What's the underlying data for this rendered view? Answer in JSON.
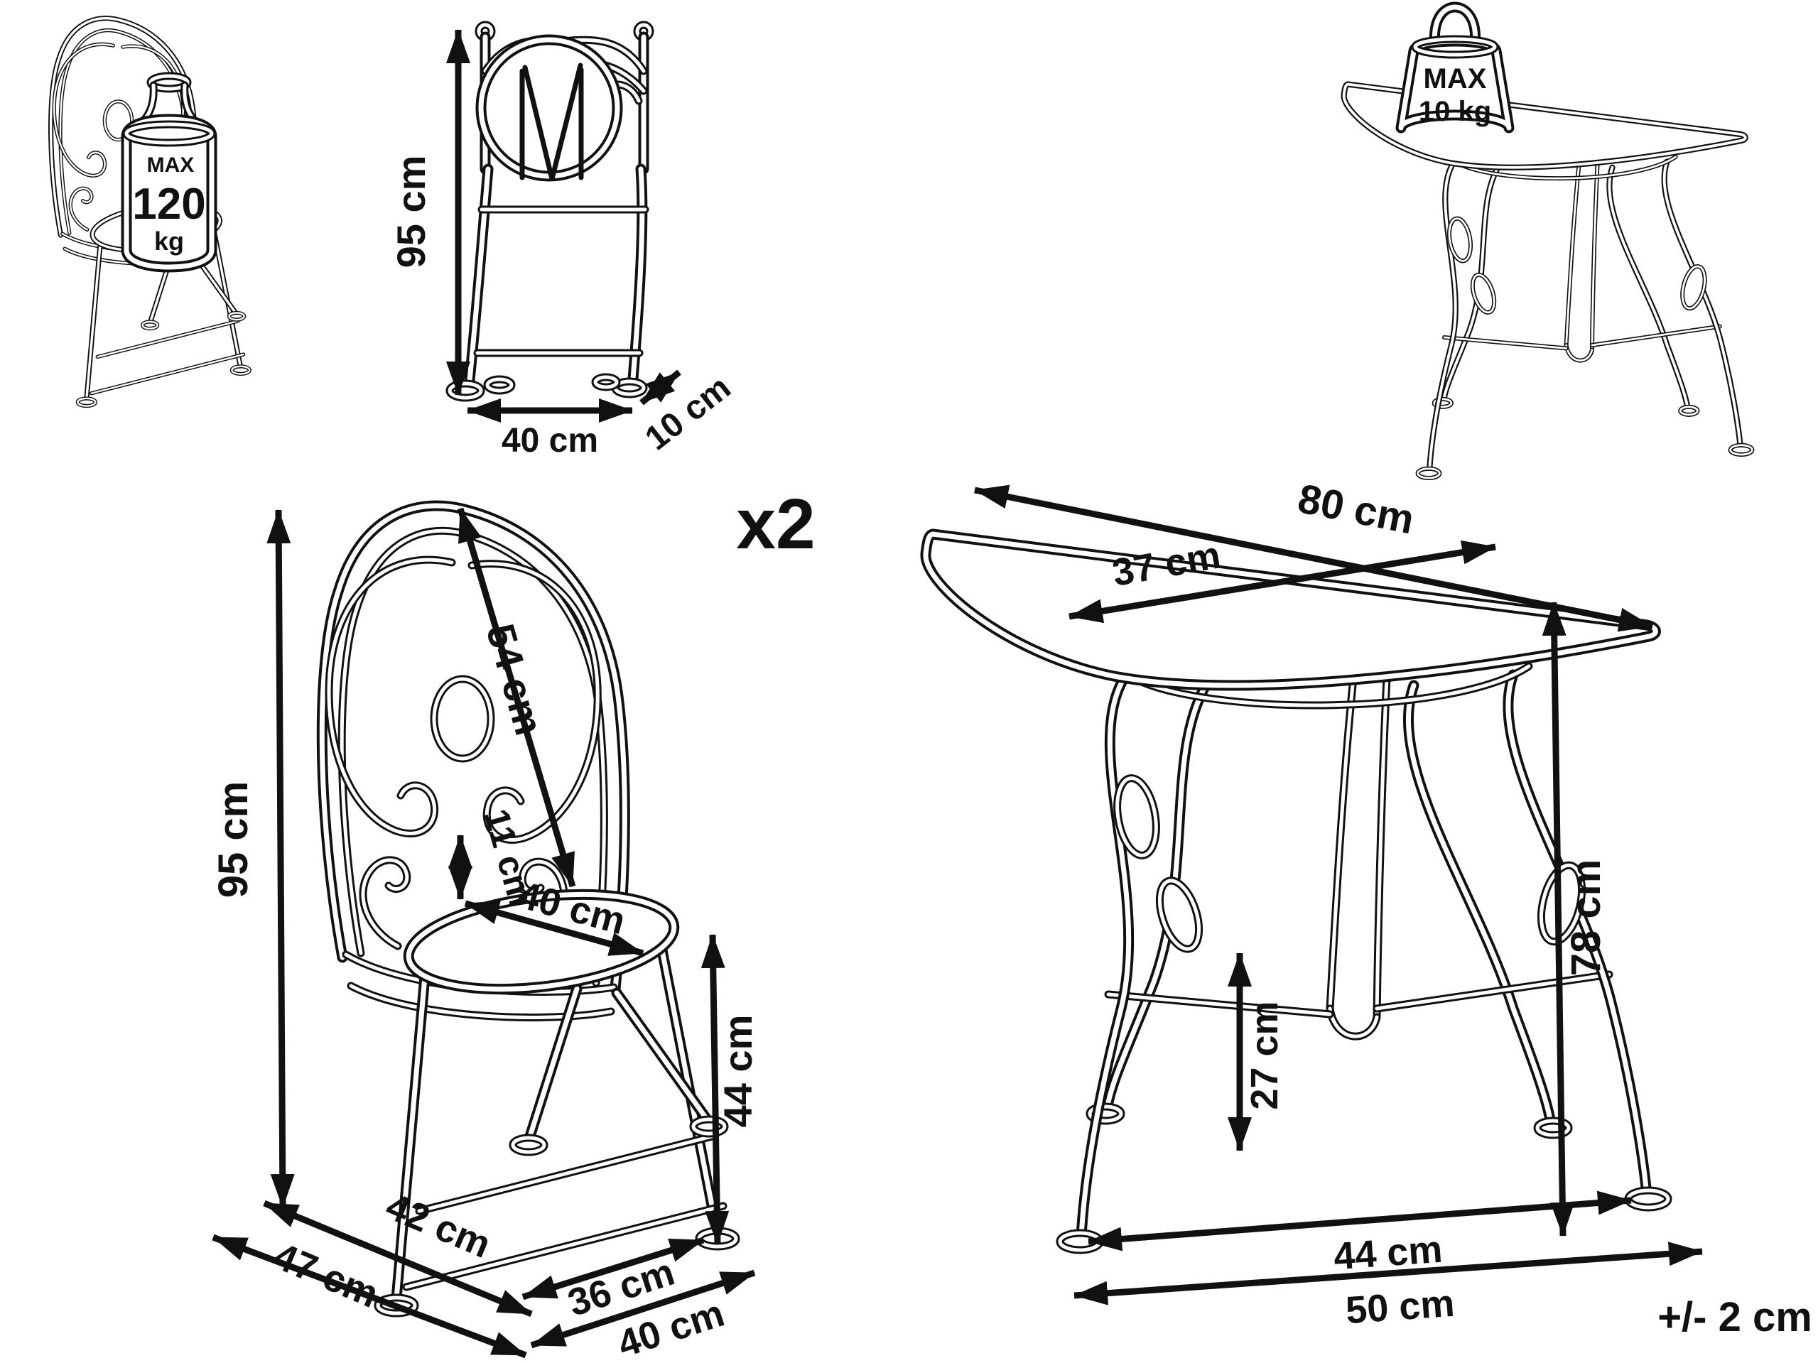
{
  "page": {
    "background": "#ffffff",
    "line_color": "#111111"
  },
  "figures": {
    "chair_load": {
      "weight": {
        "max": "MAX",
        "value": "120",
        "unit": "kg"
      }
    },
    "folded_chair": {
      "height": "95 cm",
      "width": "40 cm",
      "depth": "10 cm"
    },
    "table_load": {
      "weight": {
        "max": "MAX",
        "value": "10 kg"
      }
    },
    "chair": {
      "quantity": "x2",
      "height": "95 cm",
      "backrest_length": "54 cm",
      "backrest_to_seat": "11 cm",
      "seat_diameter": "40 cm",
      "seat_height": "44 cm",
      "base_depth_inner": "42 cm",
      "base_depth_outer": "47 cm",
      "base_width_inner": "36 cm",
      "base_width_outer": "40 cm"
    },
    "table": {
      "width": "80 cm",
      "depth": "37 cm",
      "height": "78 cm",
      "leg_clearance": "27 cm",
      "feet_span_inner": "44 cm",
      "feet_span_outer": "50 cm"
    },
    "tolerance_note": "+/- 2 cm"
  }
}
